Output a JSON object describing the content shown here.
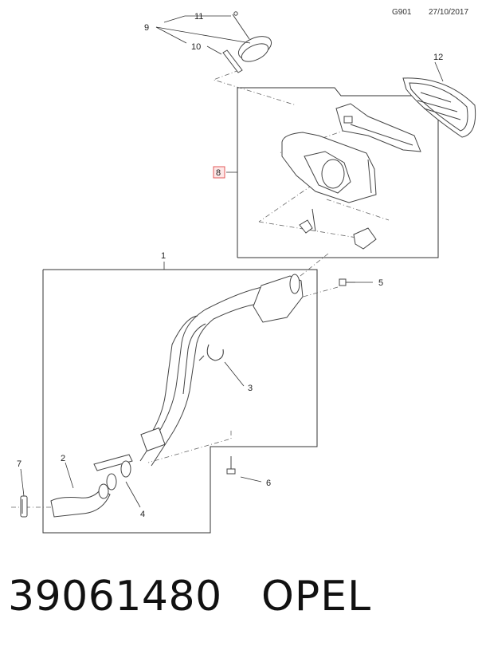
{
  "header": {
    "code": "G901",
    "date": "27/10/2017"
  },
  "callouts": {
    "c1": "1",
    "c2": "2",
    "c3": "3",
    "c4": "4",
    "c5": "5",
    "c6": "6",
    "c7": "7",
    "c8": "8",
    "c9": "9",
    "c10": "10",
    "c11": "11",
    "c12": "12"
  },
  "highlight_color": "#e35a5a",
  "footer": {
    "part_number": "39061480",
    "brand": "OPEL"
  }
}
